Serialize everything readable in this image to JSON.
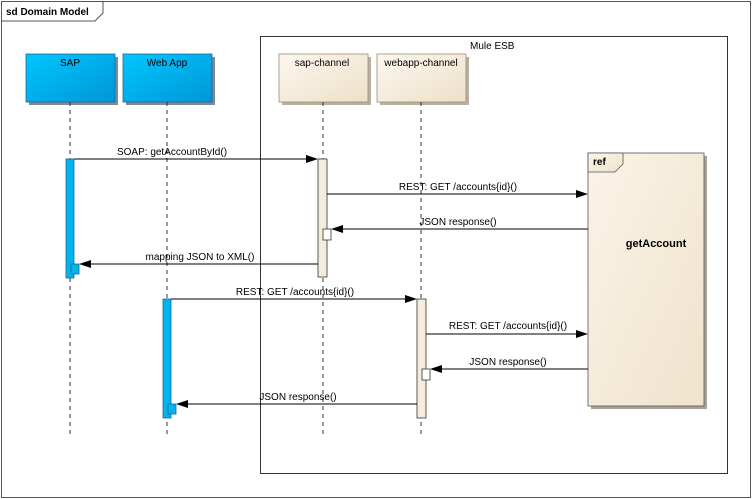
{
  "diagram": {
    "frame_title": "sd Domain Model",
    "container": {
      "label": "Mule ESB"
    },
    "lifelines": [
      {
        "id": "sap",
        "label": "SAP",
        "fill": "#00b4ec"
      },
      {
        "id": "webapp",
        "label": "Web App",
        "fill": "#00b4ec"
      },
      {
        "id": "sapch",
        "label": "sap-channel",
        "fill": "#f6ecdc"
      },
      {
        "id": "webappch",
        "label": "webapp-channel",
        "fill": "#f6ecdc"
      }
    ],
    "ref": {
      "tag": "ref",
      "name": "getAccount"
    },
    "messages": [
      {
        "label": "SOAP: getAccountById()"
      },
      {
        "label": "REST: GET /accounts{id}()"
      },
      {
        "label": "JSON response()"
      },
      {
        "label": "mapping JSON to XML()"
      },
      {
        "label": "REST: GET /accounts{id}()"
      },
      {
        "label": "REST: GET /accounts{id}()"
      },
      {
        "label": "JSON response()"
      },
      {
        "label": "JSON response()"
      }
    ]
  }
}
